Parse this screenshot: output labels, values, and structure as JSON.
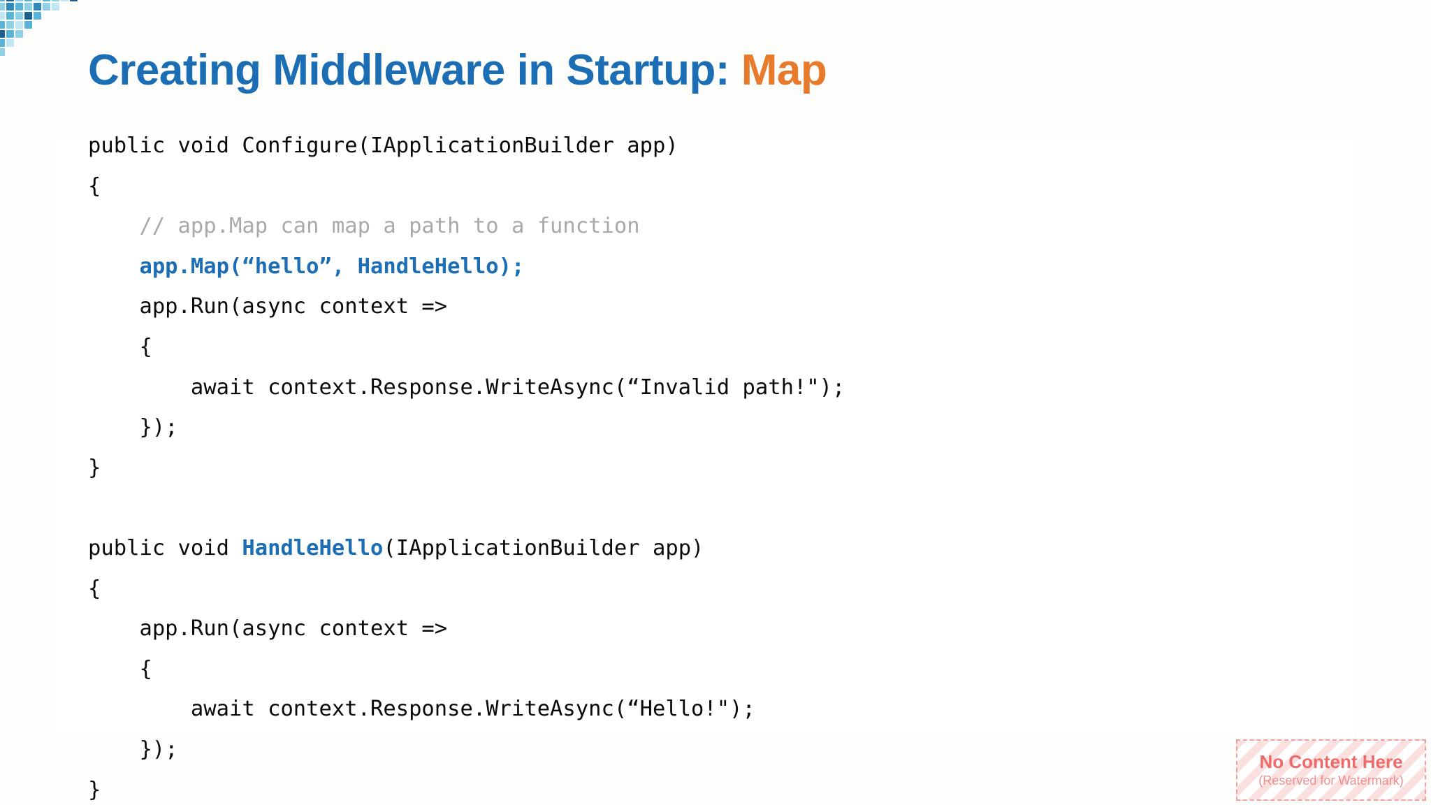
{
  "slide": {
    "title_main": "Creating Middleware in Startup: ",
    "title_accent": "Map",
    "title_color": "#1B6DB4",
    "accent_color": "#E87B2B",
    "background": "#FDFDFB",
    "panel_background": "#FFFFFF"
  },
  "decoration": {
    "name": "pixel-triangle",
    "colors": [
      "#1F5F8B",
      "#2E88B8",
      "#57B4D6",
      "#8FD2E6",
      "#BFE6F2"
    ]
  },
  "code": {
    "font": "monospace",
    "comment_color": "#A9A9A9",
    "highlight_color": "#1B6DB4",
    "lines": [
      {
        "id": 0,
        "segments": [
          {
            "text": "public void Configure(IApplicationBuilder app)",
            "style": "plain"
          }
        ]
      },
      {
        "id": 1,
        "segments": [
          {
            "text": "{",
            "style": "plain"
          }
        ]
      },
      {
        "id": 2,
        "segments": [
          {
            "text": "    // app.Map can map a path to a function",
            "style": "comment"
          }
        ]
      },
      {
        "id": 3,
        "segments": [
          {
            "text": "    ",
            "style": "plain"
          },
          {
            "text": "app.Map(“hello”, HandleHello);",
            "style": "highlight"
          }
        ]
      },
      {
        "id": 4,
        "segments": [
          {
            "text": "    app.Run(async context =>",
            "style": "plain"
          }
        ]
      },
      {
        "id": 5,
        "segments": [
          {
            "text": "    {",
            "style": "plain"
          }
        ]
      },
      {
        "id": 6,
        "segments": [
          {
            "text": "        await context.Response.WriteAsync(“Invalid path!\");",
            "style": "plain"
          }
        ]
      },
      {
        "id": 7,
        "segments": [
          {
            "text": "    });",
            "style": "plain"
          }
        ]
      },
      {
        "id": 8,
        "segments": [
          {
            "text": "}",
            "style": "plain"
          }
        ]
      },
      {
        "id": 9,
        "segments": [
          {
            "text": "",
            "style": "plain"
          }
        ]
      },
      {
        "id": 10,
        "segments": [
          {
            "text": "public void ",
            "style": "plain"
          },
          {
            "text": "HandleHello",
            "style": "ident"
          },
          {
            "text": "(IApplicationBuilder app)",
            "style": "plain"
          }
        ]
      },
      {
        "id": 11,
        "segments": [
          {
            "text": "{",
            "style": "plain"
          }
        ]
      },
      {
        "id": 12,
        "segments": [
          {
            "text": "    app.Run(async context =>",
            "style": "plain"
          }
        ]
      },
      {
        "id": 13,
        "segments": [
          {
            "text": "    {",
            "style": "plain"
          }
        ]
      },
      {
        "id": 14,
        "segments": [
          {
            "text": "        await context.Response.WriteAsync(“Hello!\");",
            "style": "plain"
          }
        ]
      },
      {
        "id": 15,
        "segments": [
          {
            "text": "    });",
            "style": "plain"
          }
        ]
      },
      {
        "id": 16,
        "segments": [
          {
            "text": "}",
            "style": "plain"
          }
        ]
      }
    ]
  },
  "watermark": {
    "title": "No Content Here",
    "subtitle": "(Reserved for Watermark)",
    "title_color": "#EF6A6A",
    "subtitle_color": "#EF8E8E",
    "border_color": "#F0A0A0"
  }
}
